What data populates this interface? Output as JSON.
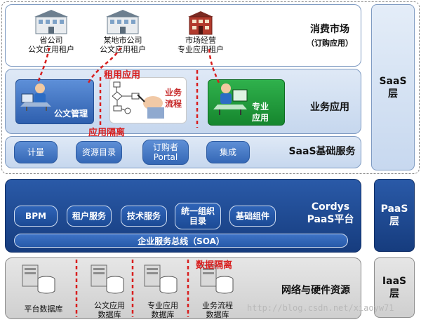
{
  "consumer_market": {
    "title": "消费市场",
    "subtitle": "（订购应用）",
    "tenants": [
      {
        "line1": "省公司",
        "line2": "公文应用租户",
        "icon": "office-building-icon"
      },
      {
        "line1": "某地市公司",
        "line2": "公文应用租户",
        "icon": "office-building-icon"
      },
      {
        "line1": "市场经营",
        "line2": "专业应用租户",
        "icon": "red-building-icon"
      }
    ]
  },
  "business_apps": {
    "title": "业务应用",
    "apps": [
      {
        "label": "公文管理",
        "icon": "document-worker-icon",
        "color": "#2c5aa0"
      },
      {
        "label": "业务流程",
        "icon": "flowchart-hand-icon",
        "color": "#c62828"
      },
      {
        "label": "专业应用",
        "icon": "specialist-worker-icon",
        "color": "#1f9a3a"
      }
    ],
    "annotation_rent": "租用应用",
    "annotation_isolation": "应用隔离"
  },
  "saas_base": {
    "title": "SaaS基础服务",
    "items": [
      "计量",
      "资源目录",
      "订购者 Portal",
      "集成"
    ]
  },
  "paas": {
    "title_line1": "Cordys",
    "title_line2": "PaaS平台",
    "items": [
      "BPM",
      "租户服务",
      "技术服务",
      "统一组织目录",
      "基础组件"
    ],
    "soa_bus": "企业服务总线（SOA）"
  },
  "iaas": {
    "title": "网络与硬件资源",
    "annotation_isolation": "数据隔离",
    "databases": [
      {
        "line1": "平台数据库",
        "line2": ""
      },
      {
        "line1": "公文应用",
        "line2": "数据库"
      },
      {
        "line1": "专业应用",
        "line2": "数据库"
      },
      {
        "line1": "业务流程",
        "line2": "数据库"
      }
    ]
  },
  "layers": {
    "saas": "SaaS 层",
    "paas": "PaaS 层",
    "iaas": "IaaS 层"
  },
  "watermark": "http://blog.csdn.net/xiaoyw71",
  "colors": {
    "accent_red": "#d81e1e",
    "dark_blue": "#1b4a95",
    "light_blue": "#c6d7ee",
    "green": "#1f9a3a"
  }
}
